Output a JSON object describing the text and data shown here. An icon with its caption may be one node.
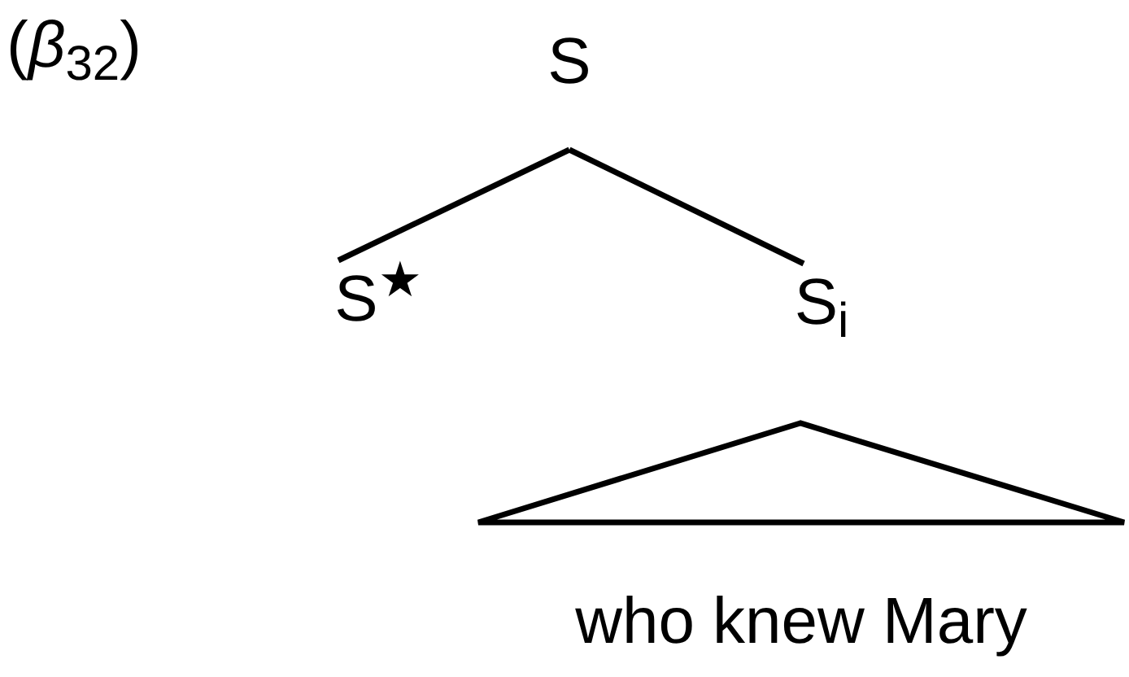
{
  "diagram": {
    "nodes": [
      {
        "text": [
          "S"
        ]
      },
      {
        "text": [
          "S$^{★}$"
        ]
      },
      {
        "text": [
          "S$_{i}$"
        ]
      },
      {
        "text": [],
        "shape": "triangle",
        "beside": [
          "who knew Mary"
        ]
      }
    ],
    "edges": [
      {
        "from": 0,
        "to": 1,
        "arrow": "none"
      },
      {
        "from": 0,
        "to": 2,
        "arrow": "none"
      }
    ],
    "labels": [
      "(*β*$_{32}$)"
    ]
  }
}
